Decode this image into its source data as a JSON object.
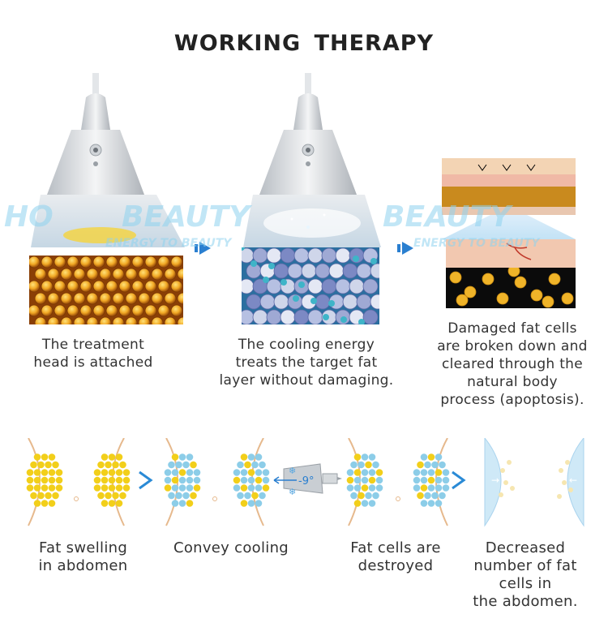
{
  "title": "WORKING  THERAPY",
  "top_steps": [
    {
      "caption": "The treatment\nhead is attached"
    },
    {
      "caption": "The cooling energy\ntreats the target fat\nlayer without damaging."
    },
    {
      "caption": "Damaged fat cells\nare broken down and\ncleared through the\nnatural body\nprocess (apoptosis)."
    }
  ],
  "watermark": {
    "brand_left": "HO",
    "brand_mid": "BEAUTY",
    "brand_right": "BEAUTY",
    "tagline_left": "ENERGY TO BEAUTY",
    "tagline_right": "ENERGY TO BEAUTY"
  },
  "device_temp": "-9°",
  "bottom_steps": [
    {
      "caption": "Fat swelling\nin abdomen"
    },
    {
      "caption": "Convey cooling"
    },
    {
      "caption": "Fat cells are\ndestroyed"
    },
    {
      "caption": "Decreased\nnumber of fat\ncells in\nthe abdomen."
    }
  ],
  "colors": {
    "fat_yellow": "#f2cf1a",
    "cool_blue": "#8ccde8",
    "arrow_blue": "#2a7fd0",
    "skin": "#f3d8b8"
  }
}
